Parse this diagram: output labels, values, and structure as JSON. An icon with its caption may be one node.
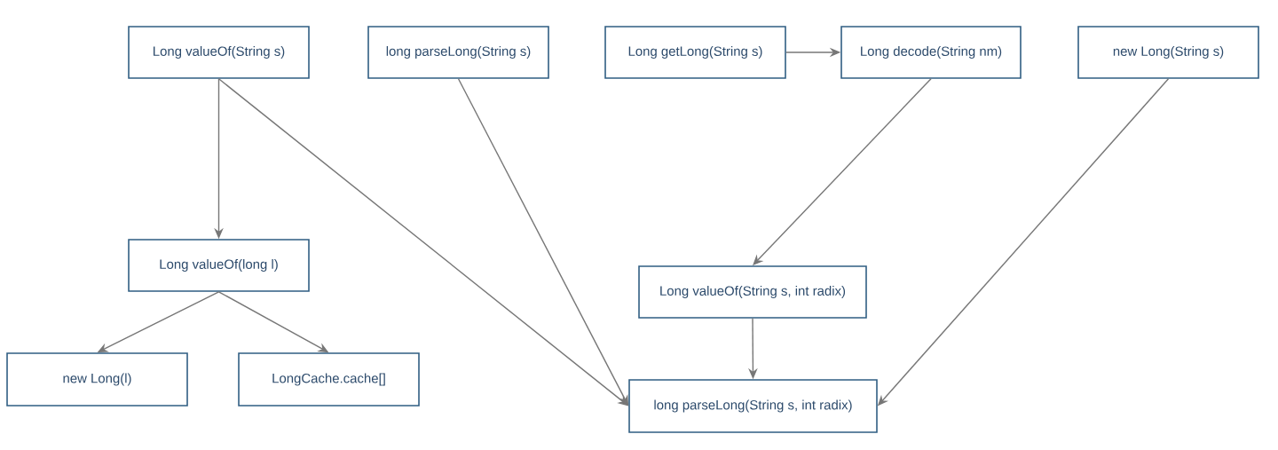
{
  "diagram": {
    "nodes": [
      {
        "text": [
          "Long valueOf(String s)"
        ]
      },
      {
        "text": [
          "long parseLong(String s)"
        ]
      },
      {
        "text": [
          "Long getLong(String s)"
        ]
      },
      {
        "text": [
          "Long decode(String nm)"
        ]
      },
      {
        "text": [
          "new Long(String s)"
        ]
      },
      {
        "text": [
          "Long valueOf(long l)"
        ]
      },
      {
        "text": [
          "Long valueOf(String s, int radix)"
        ]
      },
      {
        "text": [
          "new Long(l)"
        ]
      },
      {
        "text": [
          "LongCache.cache[]"
        ]
      },
      {
        "text": [
          "long parseLong(String s, int radix)"
        ]
      }
    ],
    "edges": [
      {
        "from": 0,
        "to": 5,
        "arrow": "to"
      },
      {
        "from": 0,
        "to": 9,
        "arrow": "to"
      },
      {
        "from": 1,
        "to": 9,
        "arrow": "to"
      },
      {
        "from": 2,
        "to": 3,
        "arrow": "to"
      },
      {
        "from": 3,
        "to": 6,
        "arrow": "to"
      },
      {
        "from": 4,
        "to": 9,
        "arrow": "to"
      },
      {
        "from": 5,
        "to": 7,
        "arrow": "to"
      },
      {
        "from": 5,
        "to": 8,
        "arrow": "to"
      },
      {
        "from": 6,
        "to": 9,
        "arrow": "to"
      }
    ]
  }
}
